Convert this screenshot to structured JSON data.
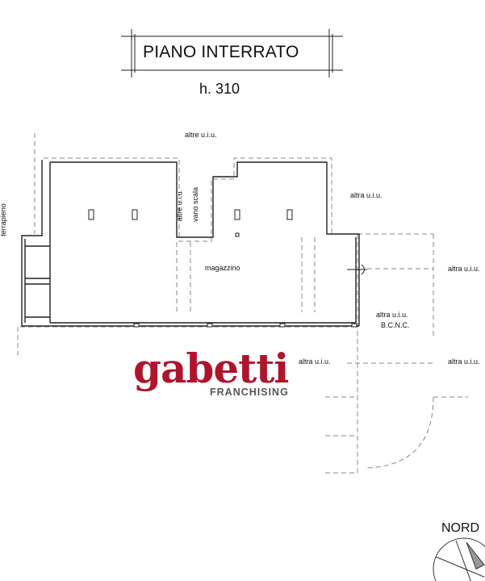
{
  "title": "PIANO INTERRATO",
  "height_label": "h. 310",
  "labels": {
    "altre_uiu_top": "altre u.i.u.",
    "altre_uiu_vertical": "altre u.i.u.",
    "vano_scala": "vano scala",
    "altra_uiu_right_top": "altra u.i.u.",
    "terrapieno": "terrapieno",
    "magazzino": "magazzino",
    "altra_uiu_east_1": "altra u.i.u.",
    "altra_uiu_bcnc": "altra u.i.u.",
    "bcnc": "B.C.N.C.",
    "altra_uiu_west": "altra u.i.u.",
    "altra_uiu_east_2": "altra u.i.u."
  },
  "logo": {
    "brand": "gabetti",
    "subtitle": "FRANCHISING",
    "color": "#b0142c"
  },
  "compass": {
    "label": "NORD"
  }
}
